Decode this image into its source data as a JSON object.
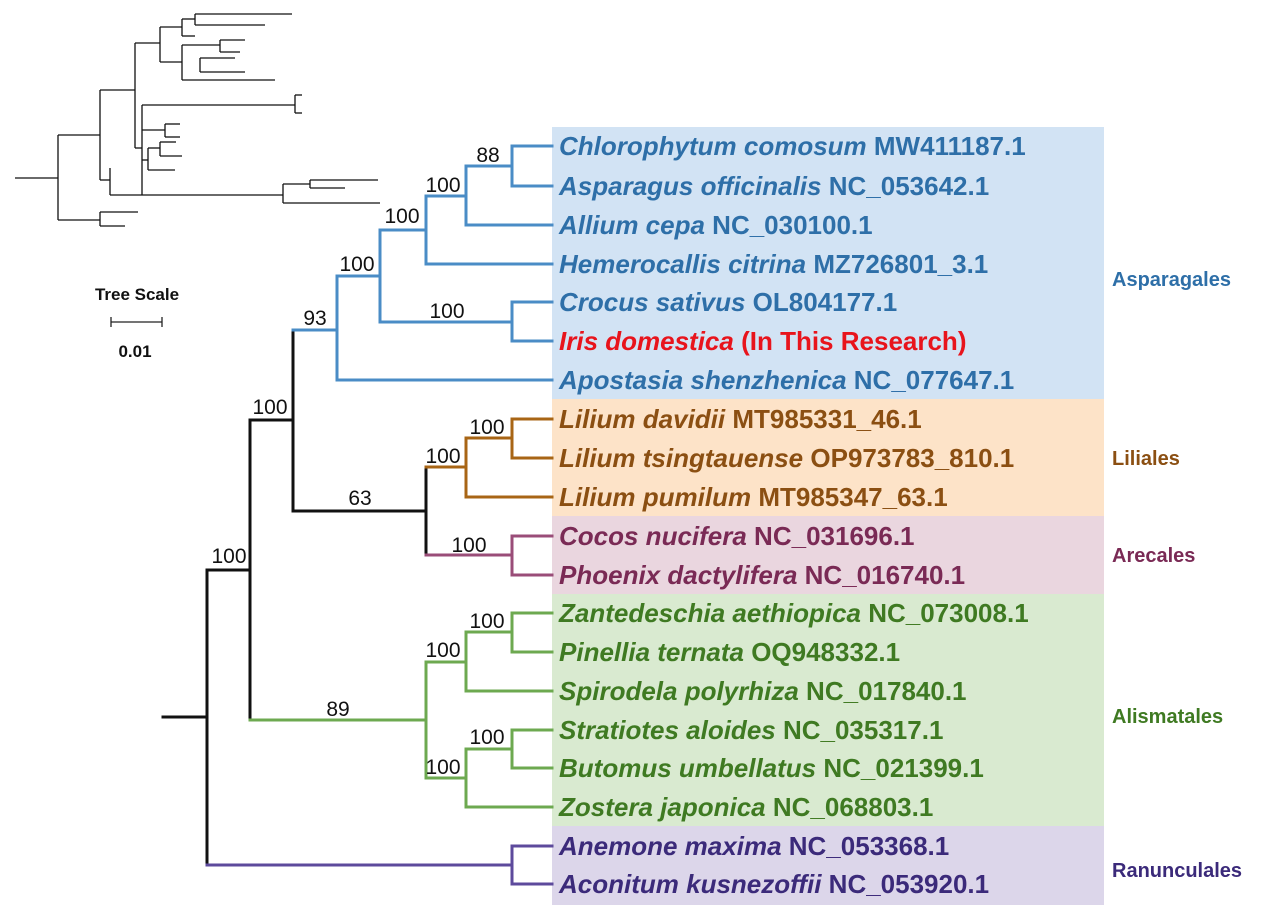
{
  "colors": {
    "Asparagales": "#2e6fa8",
    "Liliales": "#8b4f12",
    "Arecales": "#7a2a55",
    "Alismatales": "#3f7a22",
    "Ranunculales": "#3b2a7a",
    "highlight": "#e8141c",
    "bg_Asparagales": "#d2e3f4",
    "bg_Liliales": "#fde3c8",
    "bg_Arecales": "#ead6df",
    "bg_Alismatales": "#d9ead0",
    "bg_Ranunculales": "#dcd6ea",
    "branch_Asparagales": "#4a8cc6",
    "branch_Liliales": "#a86515",
    "branch_Arecales": "#9a4d78",
    "branch_Alismatales": "#6da950",
    "branch_Ranunculales": "#5d4a9c"
  },
  "taxa": [
    {
      "species": "Chlorophytum comosum",
      "accession": "MW411187.1",
      "order": "Asparagales"
    },
    {
      "species": "Asparagus officinalis",
      "accession": "NC_053642.1",
      "order": "Asparagales"
    },
    {
      "species": "Allium cepa",
      "accession": "NC_030100.1",
      "order": "Asparagales"
    },
    {
      "species": "Hemerocallis citrina",
      "accession": "MZ726801_3.1",
      "order": "Asparagales"
    },
    {
      "species": "Crocus sativus",
      "accession": "OL804177.1",
      "order": "Asparagales"
    },
    {
      "species": "Iris domestica",
      "accession": "(In This Research)",
      "order": "Asparagales",
      "highlight": true
    },
    {
      "species": "Apostasia shenzhenica",
      "accession": "NC_077647.1",
      "order": "Asparagales"
    },
    {
      "species": "Lilium davidii",
      "accession": "MT985331_46.1",
      "order": "Liliales"
    },
    {
      "species": "Lilium tsingtauense",
      "accession": "OP973783_810.1",
      "order": "Liliales"
    },
    {
      "species": "Lilium pumilum",
      "accession": "MT985347_63.1",
      "order": "Liliales"
    },
    {
      "species": "Cocos nucifera",
      "accession": "NC_031696.1",
      "order": "Arecales"
    },
    {
      "species": "Phoenix dactylifera",
      "accession": "NC_016740.1",
      "order": "Arecales"
    },
    {
      "species": "Zantedeschia aethiopica",
      "accession": "NC_073008.1",
      "order": "Alismatales"
    },
    {
      "species": "Pinellia ternata",
      "accession": "OQ948332.1",
      "order": "Alismatales"
    },
    {
      "species": "Spirodela polyrhiza",
      "accession": "NC_017840.1",
      "order": "Alismatales"
    },
    {
      "species": "Stratiotes aloides",
      "accession": "NC_035317.1",
      "order": "Alismatales"
    },
    {
      "species": "Butomus umbellatus",
      "accession": "NC_021399.1",
      "order": "Alismatales"
    },
    {
      "species": "Zostera japonica",
      "accession": "NC_068803.1",
      "order": "Alismatales"
    },
    {
      "species": "Anemone maxima",
      "accession": "NC_053368.1",
      "order": "Ranunculales"
    },
    {
      "species": "Aconitum kusnezoffii",
      "accession": "NC_053920.1",
      "order": "Ranunculales"
    }
  ],
  "orders": [
    "Asparagales",
    "Liliales",
    "Arecales",
    "Alismatales",
    "Ranunculales"
  ],
  "bootstrap": {
    "chlorophytum_asparagus": "88",
    "plus_allium": "100",
    "plus_hemerocallis": "100",
    "crocus_iris": "100",
    "asparagales_core": "100",
    "asparagales_all": "93",
    "liliales_inner": "100",
    "liliales": "100",
    "arecales": "100",
    "liliales_arecales": "63",
    "monocots_core": "100",
    "alismatales_inner1": "100",
    "alismatales_top": "100",
    "alismatales_inner2": "100",
    "alismatales_bottom": "100",
    "alismatales": "89",
    "ingroup": "100"
  },
  "scale": {
    "title": "Tree Scale",
    "value": "0.01"
  }
}
